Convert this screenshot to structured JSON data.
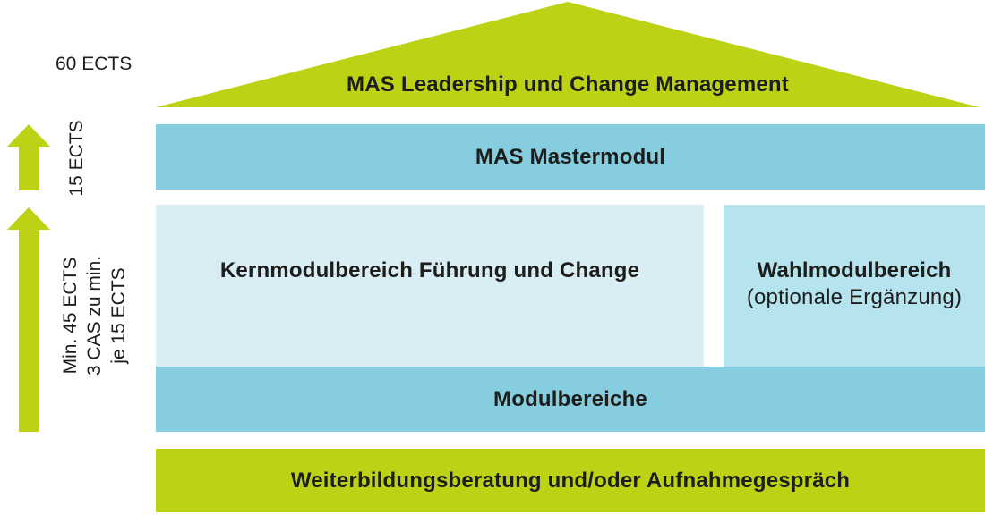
{
  "colors": {
    "green": "#bdd214",
    "teal": "#87cde0",
    "kern_bg": "#d9edf4",
    "wahl_bg": "#b5e4ee",
    "text": "#1d1d1b"
  },
  "roof": {
    "title": "MAS Leadership und Change Management"
  },
  "left_labels": {
    "total_ects": "60 ECTS",
    "master_ects": "15 ECTS",
    "cas_block": {
      "line1": "Min. 45 ECTS",
      "line2": "3 CAS zu min.",
      "line3": "je 15 ECTS"
    }
  },
  "bars": {
    "mastermodul": "MAS Mastermodul",
    "kernmodul": "Kernmodulbereich Führung und Change",
    "wahlmodul_title": "Wahlmodulbereich",
    "wahlmodul_subtitle": "(optionale Ergänzung)",
    "modulbereiche": "Modulbereiche",
    "weiterbildung": "Weiterbildungsberatung und/oder Aufnahmegespräch"
  },
  "icons": {
    "up_arrow": "up-arrow"
  }
}
